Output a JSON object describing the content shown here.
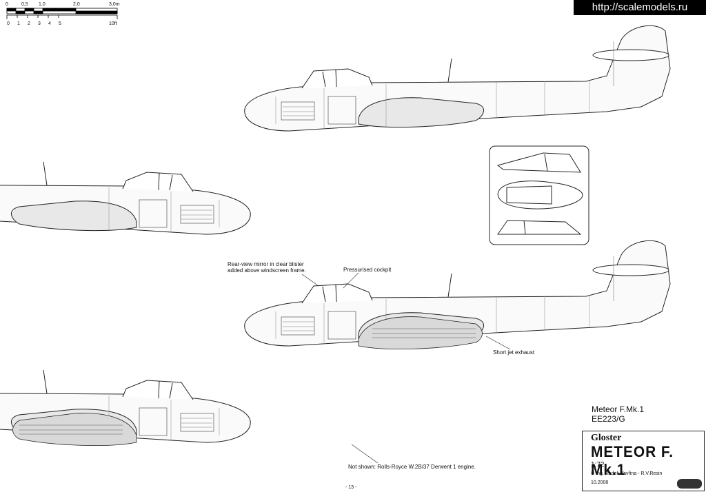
{
  "watermark": "http://scalemodels.ru",
  "scale_bar": {
    "metric_labels": [
      "0",
      "0,5",
      "1,0",
      "2,0",
      "3,0m"
    ],
    "imperial_labels": [
      "0",
      "1",
      "2",
      "3",
      "4",
      "5",
      "10ft"
    ]
  },
  "annotations": {
    "mirror_line1": "Rear-view mirror in clear blister",
    "mirror_line2": "added above windscreen frame.",
    "cockpit": "Pressurised cockpit",
    "exhaust": "Short jet exhaust",
    "engine_note": "Not shown: Rolls-Royce W.2B/37 Derwent 1 engine."
  },
  "info": {
    "variant": "Meteor F.Mk.1",
    "serial": "EE223/G"
  },
  "title_block": {
    "brand": "Gloster",
    "model": "METEOR  F. Mk.1",
    "scale": "1:72",
    "author": "Ing. Radek Vavřina - R.V.Resin",
    "date": "10.2008"
  },
  "page_number": "- 13 -"
}
